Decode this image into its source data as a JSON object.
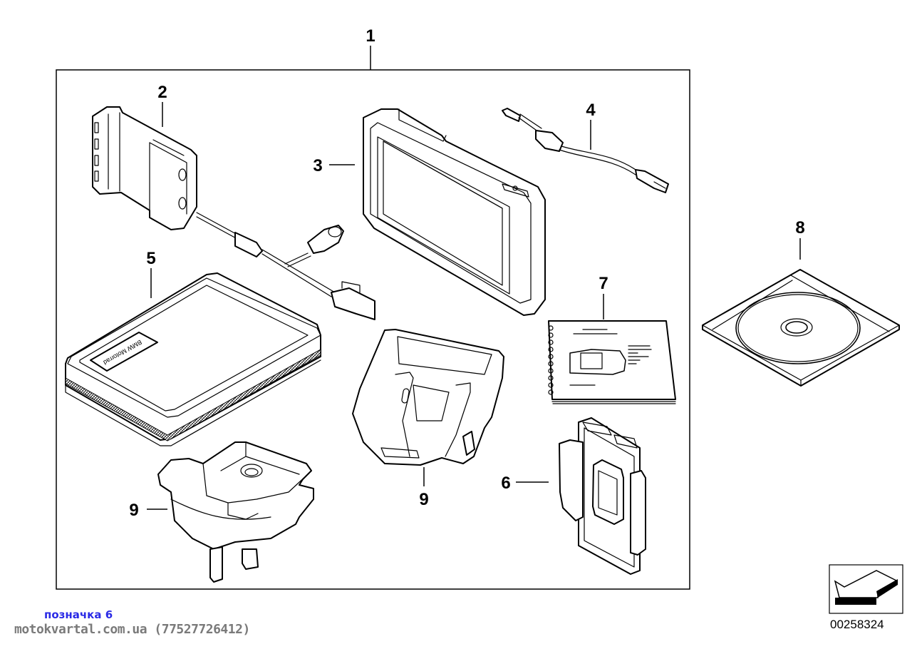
{
  "diagram": {
    "type": "parts-exploded-view",
    "frame_callout": "1",
    "callouts": [
      {
        "id": "1",
        "part": "navigator-kit"
      },
      {
        "id": "2",
        "part": "cradle-with-cable"
      },
      {
        "id": "3",
        "part": "navigation-device"
      },
      {
        "id": "4",
        "part": "usb-cable"
      },
      {
        "id": "5",
        "part": "carrying-case"
      },
      {
        "id": "6",
        "part": "holder-plate"
      },
      {
        "id": "7",
        "part": "operating-manual"
      },
      {
        "id": "8",
        "part": "cd-rom"
      },
      {
        "id": "9a",
        "label": "9",
        "part": "mounting-base"
      },
      {
        "id": "9b",
        "label": "9",
        "part": "mounting-bracket"
      }
    ],
    "case_text": "BMW Motorrad",
    "diagram_number": "00258324"
  },
  "watermark": {
    "label": "позначка 6",
    "site": "motokvartal.com.ua (77527726412)"
  },
  "colors": {
    "line": "#000000",
    "background": "#ffffff",
    "watermark_label": "#2a2ae6",
    "watermark_site": "#7a7a7a"
  }
}
